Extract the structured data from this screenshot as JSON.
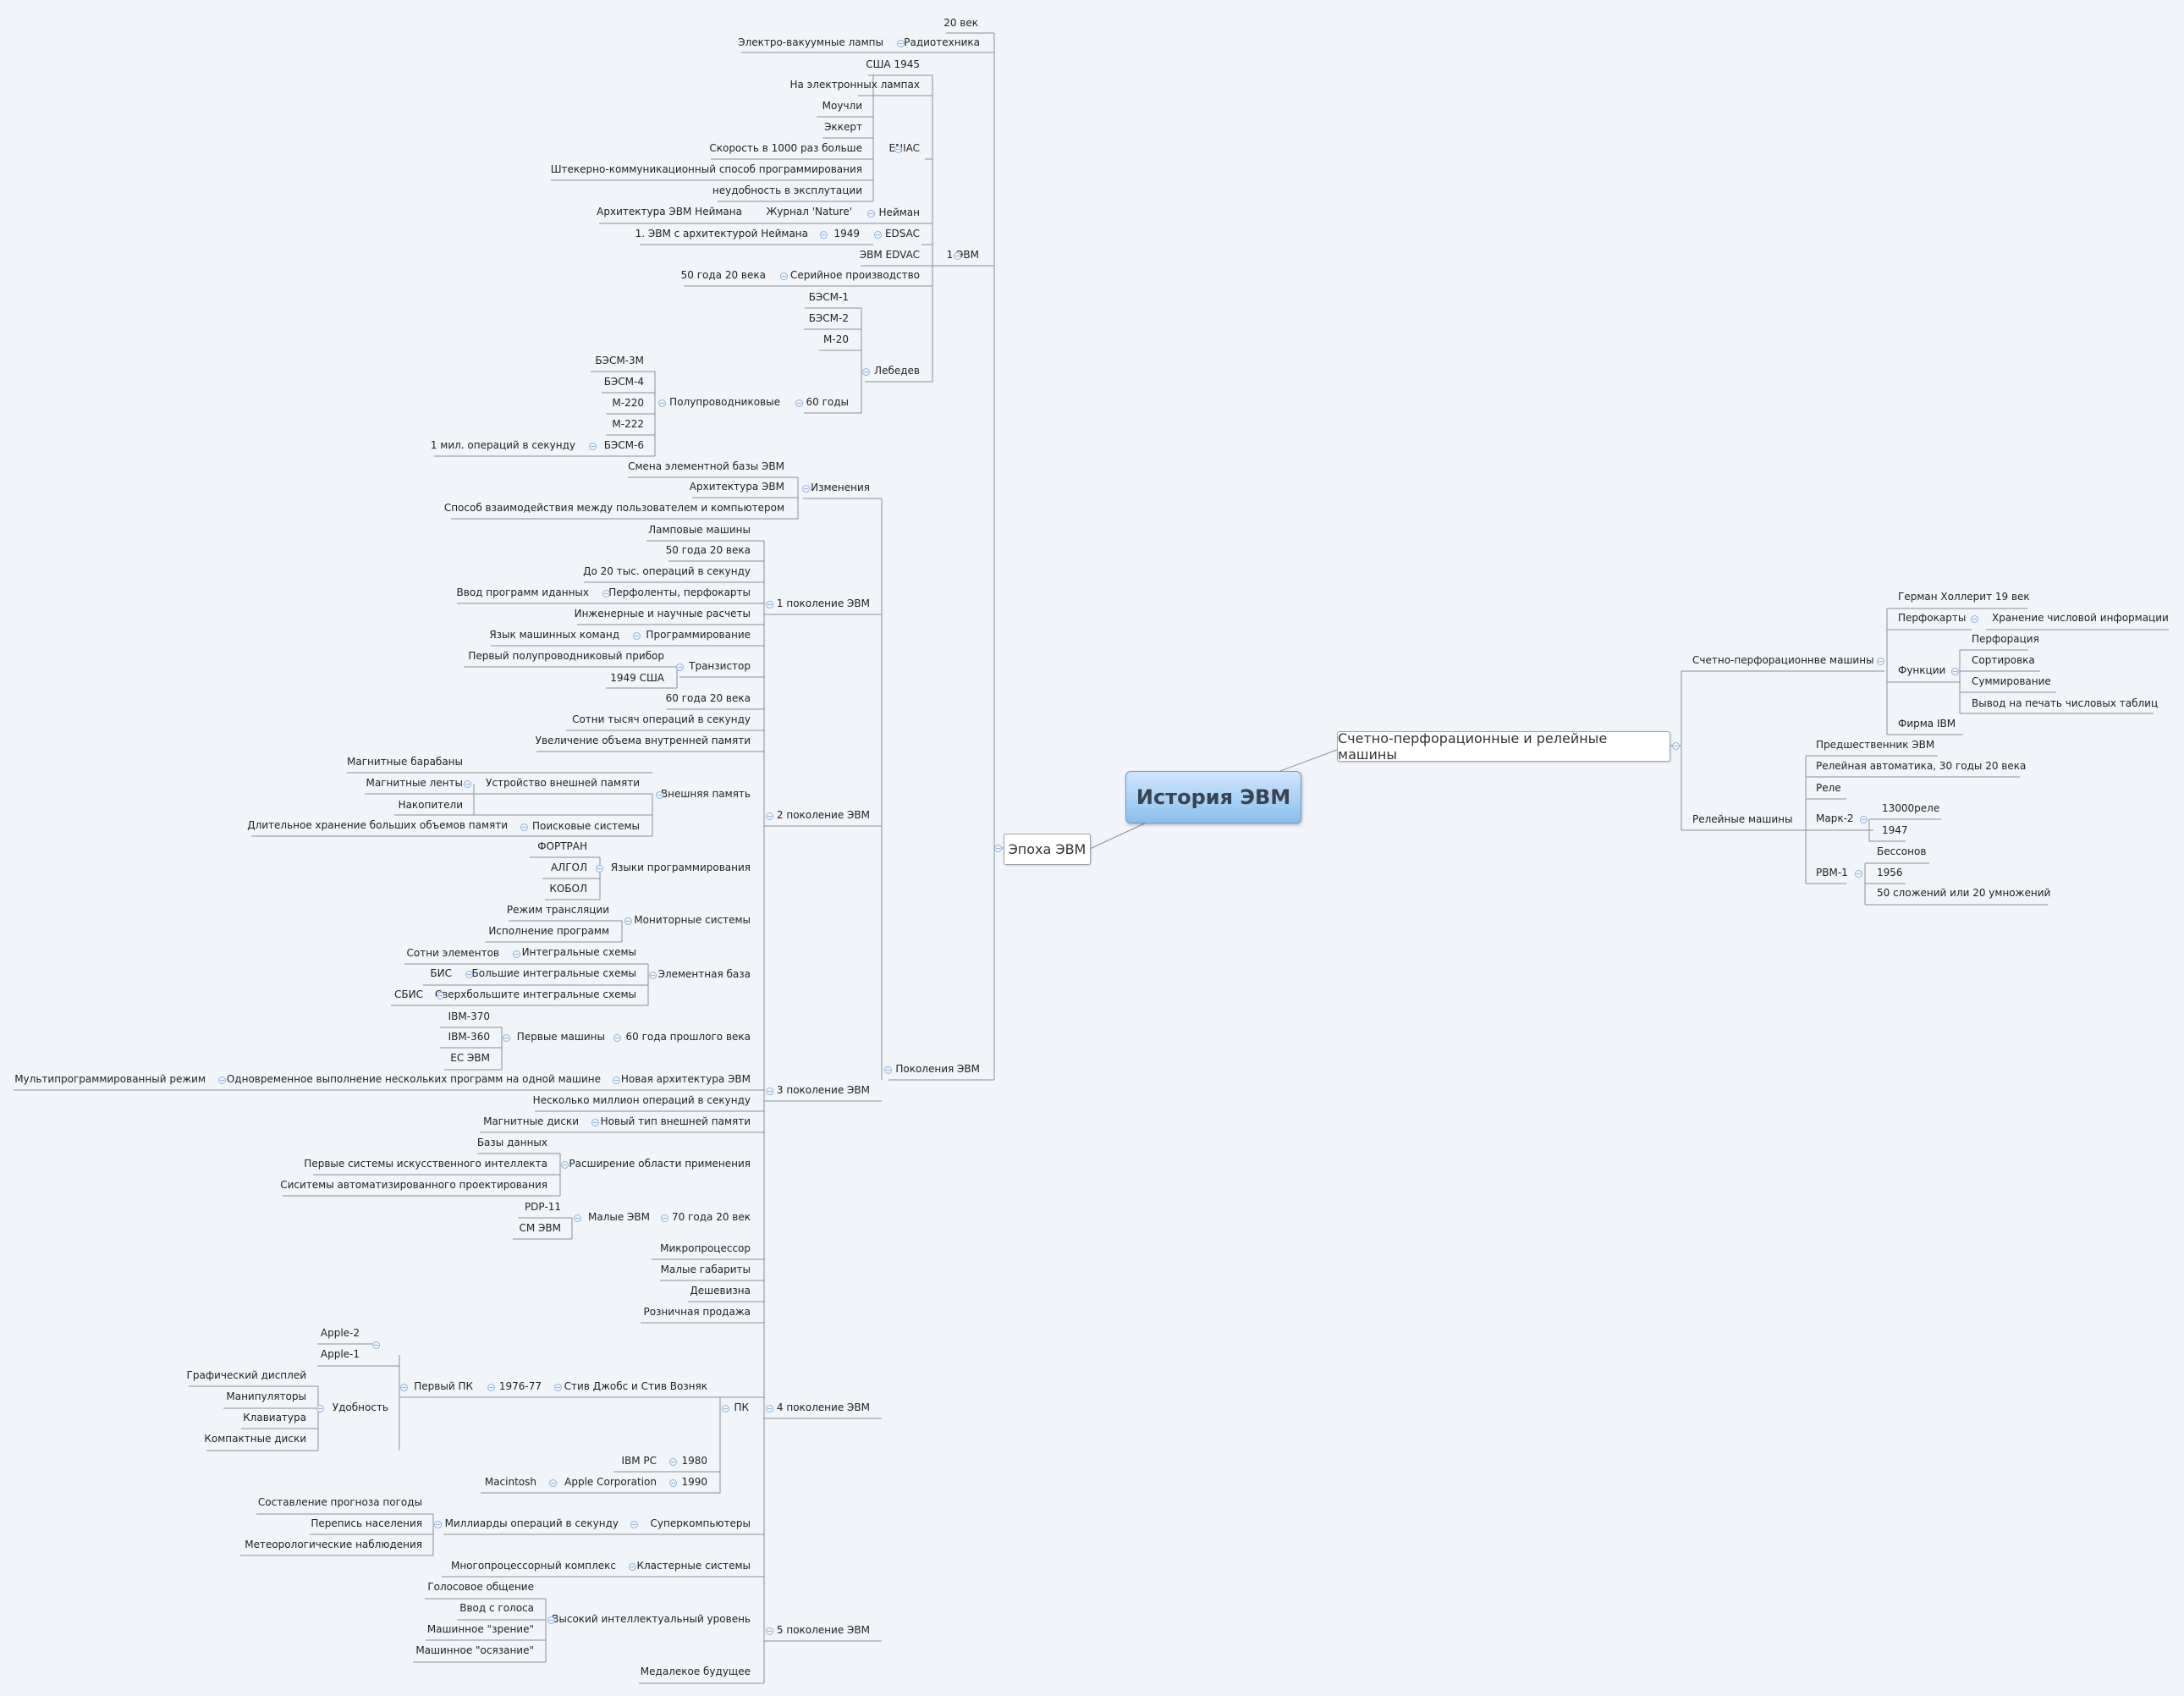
{
  "root": "История ЭВМ",
  "branches": {
    "era": "Эпоха ЭВМ",
    "machines": "Счетно-перфорационные и релейные машины"
  },
  "labels": {
    "n_20vek": "20 век",
    "n_vak": "Электро-вакуумные лампы",
    "n_radio": "Радиотехника",
    "n_usa1945": "США 1945",
    "n_naelektr": "На электронных лампах",
    "n_mouchli": "Моучли",
    "n_ekkert": "Эккерт",
    "n_skorost": "Скорость в 1000 раз больше",
    "n_eniac": "ENIAC",
    "n_shteker": "Штекерно-коммуникационный способ программирования",
    "n_neudob": "неудобность в эксплутации",
    "n_arhneiman": "Архитектура ЭВМ Неймана",
    "n_zhurnal": "Журнал 'Nature'",
    "n_neiman": "Нейман",
    "n_evmarh": "1. ЭВМ с архитектурой Неймана",
    "n_1949": "1949",
    "n_edsac": "EDSAC",
    "n_edvac": "ЭВМ EDVAC",
    "n_1evm": "1 ЭВМ",
    "n_50goda": "50 года 20 века",
    "n_serial": "Серийное производство",
    "n_besm1": "БЭСМ-1",
    "n_besm2": "БЭСМ-2",
    "n_m20": "М-20",
    "n_lebedev": "Лебедев",
    "n_besm3m": "БЭСМ-3М",
    "n_besm4": "БЭСМ-4",
    "n_m220": "М-220",
    "n_polupr": "Полупроводниковые",
    "n_60gody": "60 годы",
    "n_m222": "М-222",
    "n_1mil": "1 мил. операций в секунду",
    "n_besm6": "БЭСМ-6",
    "n_smena": "Смена элементной базы ЭВМ",
    "n_arhevm": "Архитектура ЭВМ",
    "n_izmen": "Изменения",
    "n_sposob": "Способ взаимодействия между пользователем и компьютером",
    "n_lamp": "Ламповые машины",
    "n_50g20v_a": "50 года 20 века",
    "n_do20": "До 20 тыс. операций в секунду",
    "n_vvod": "Ввод программ иданных",
    "n_perfol": "Перфоленты, перфокарты",
    "n_1pok": "1 поколение ЭВМ",
    "n_inzh": "Инженерные и научные расчеты",
    "n_yazyk": "Язык машинных команд",
    "n_progr": "Программирование",
    "n_pervpolu": "Первый полупроводниковый прибор",
    "n_tranz": "Транзистор",
    "n_1949usa": "1949 США",
    "n_60g20v": "60 года 20 века",
    "n_sotni": "Сотни тысяч операций в секунду",
    "n_uvel": "Увеличение объема внутренней памяти",
    "n_magbar": "Магнитные барабаны",
    "n_maglent": "Магнитные ленты",
    "n_ustr": "Устройство внешней памяти",
    "n_vnpam": "Внешняя память",
    "n_nakop": "Накопители",
    "n_2pok": "2 поколение ЭВМ",
    "n_dlit": "Длительное хранение больших объемов памяти",
    "n_poisk": "Поисковые системы",
    "n_fortran": "ФОРТРАН",
    "n_algol": "АЛГОЛ",
    "n_yazprog": "Языки программирования",
    "n_kobol": "КОБОЛ",
    "n_rezhim": "Режим трансляции",
    "n_monit": "Мониторные системы",
    "n_ispoln": "Исполнение программ",
    "n_sotniel": "Сотни элементов",
    "n_integr": "Интегральные схемы",
    "n_bis": "БИС",
    "n_bolint": "Большие интегральные схемы",
    "n_elbaza": "Элементная база",
    "n_sbis": "СБИС",
    "n_sverh": "Сверхбольшите интегральные схемы",
    "n_ibm370": "IBM-370",
    "n_ibm360": "IBM-360",
    "n_pervmash": "Первые машины",
    "n_60prosh": "60 года прошлого века",
    "n_es": "ЕС ЭВМ",
    "n_multi": "Мультипрограммированный режим",
    "n_odnovr": "Одновременное выполнение нескольких программ на одной машине",
    "n_novarh": "Новая архитектура ЭВМ",
    "n_neskol": "Несколько миллион операций в секунду",
    "n_3pok": "3 поколение ЭВМ",
    "n_pokol": "Поколения ЭВМ",
    "n_magdisk": "Магнитные диски",
    "n_novtip": "Новый тип внешней памяти",
    "n_bazy": "Базы данных",
    "n_pervsis": "Первые системы искусственного интеллекта",
    "n_rashir": "Расширение области применения",
    "n_sisit": "Сиситемы автоматизированного проектирования",
    "n_pdp": "PDP-11",
    "n_malye": "Малые ЭВМ",
    "n_70g20": "70 года 20 век",
    "n_sm": "СМ ЭВМ",
    "n_mikro": "Микропроцессор",
    "n_malgab": "Малые габариты",
    "n_desh": "Дешевизна",
    "n_rozn": "Розничная продажа",
    "n_apple2": "Apple-2",
    "n_apple1": "Apple-1",
    "n_grafdis": "Графический дисплей",
    "n_perpk": "Первый ПК",
    "n_1976": "1976-77",
    "n_stiv": "Стив Джобс и Стив Возняк",
    "n_manip": "Манипуляторы",
    "n_udob": "Удобность",
    "n_pk": "ПК",
    "n_4pok": "4 поколение ЭВМ",
    "n_klav": "Клавиатура",
    "n_kompdisk": "Компактные диски",
    "n_ibmpc": "IBM PC",
    "n_1980": "1980",
    "n_macint": "Macintosh",
    "n_applecorp": "Apple Corporation",
    "n_1990": "1990",
    "n_sost": "Составление прогноза погоды",
    "n_perep": "Перепись населения",
    "n_mlrd": "Миллиарды операций в секунду",
    "n_super": "Суперкомпьютеры",
    "n_meteo": "Метеорологические наблюдения",
    "n_mnogo": "Многопроцессорный комплекс",
    "n_klaster": "Кластерные системы",
    "n_golos": "Голосовое общение",
    "n_vvodgol": "Ввод с голоса",
    "n_vysok": "Высокий интеллектуальный уровень",
    "n_5pok": "5 поколение ЭВМ",
    "n_zren": "Машинное \"зрение\"",
    "n_osyaz": "Машинное \"осязание\"",
    "n_medal": "Медалекое будущее",
    "n_german": "Герман Холлерит 19 век",
    "n_perfokart": "Перфокарты",
    "n_hran": "Хранение числовой информации",
    "n_perfor": "Перфорация",
    "n_schet": "Счетно-перфорационнве машины",
    "n_sort": "Сортировка",
    "n_funk": "Функции",
    "n_summ": "Суммирование",
    "n_vyvod": "Вывод на печать числовых таблиц",
    "n_firma": "Фирма IBM",
    "n_predsh": "Предшественник ЭВМ",
    "n_releavt": "Релейная автоматика, 30 годы 20 века",
    "n_rele": "Реле",
    "n_13000": "13000реле",
    "n_mark2": "Марк-2",
    "n_relemash": "Релейные машины",
    "n_1947": "1947",
    "n_besson": "Бессонов",
    "n_1956": "1956",
    "n_rvm1": "РВМ-1",
    "n_50sloj": "50 сложений или 20 умножений"
  },
  "colors": {
    "background": "#f1f4f8",
    "line": "#8a9096",
    "root_fill": "#8bbfee",
    "toggle": "#8fb3dc"
  }
}
